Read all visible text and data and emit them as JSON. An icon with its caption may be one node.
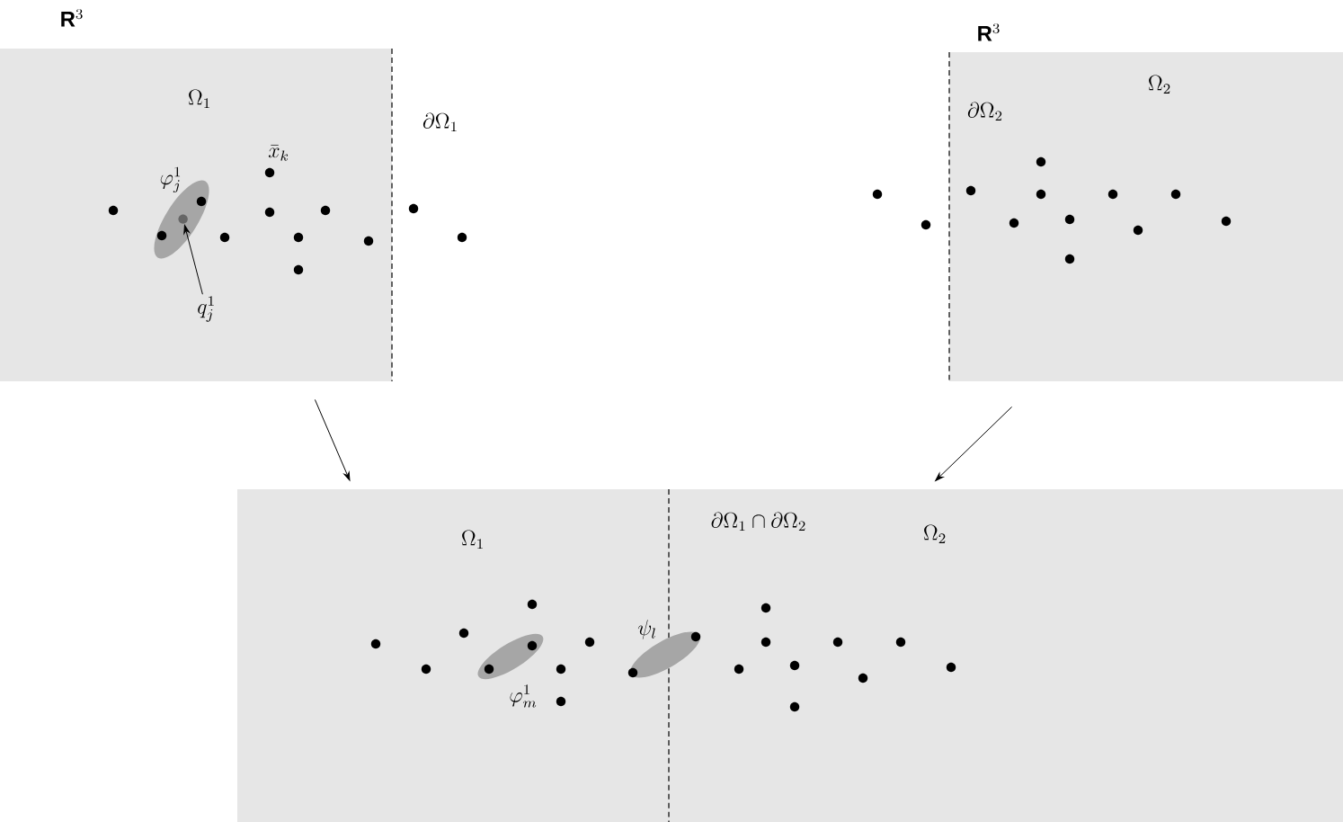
{
  "diagram": {
    "nodes": [
      {
        "text": [
          "\\Omega_1"
        ]
      },
      {
        "text": [
          "\\Omega_2"
        ]
      },
      {
        "text": [
          "\\Omega_1",
          "\\Omega_2"
        ]
      },
      {
        "text": [
          "q_j^1"
        ],
        "in": 0
      },
      {
        "text": [],
        "shape": "circle",
        "in": 0
      }
    ],
    "edges": [
      {
        "from": 0,
        "to": 2,
        "arrow": "to"
      },
      {
        "from": 1,
        "to": 2,
        "arrow": "to"
      },
      {
        "from": 3,
        "to": 4,
        "arrow": "to"
      }
    ],
    "labels": [
      "\\mathbf{R}^3",
      "\\partial\\Omega_1",
      "\\bar{x}_k",
      "\\varphi_j^1",
      "\\mathbf{R}^3",
      "\\partial\\Omega_2",
      "\\partial\\Omega_1 \\cap \\partial\\Omega_2",
      "\\psi_l",
      "\\varphi_m^1"
    ]
  }
}
